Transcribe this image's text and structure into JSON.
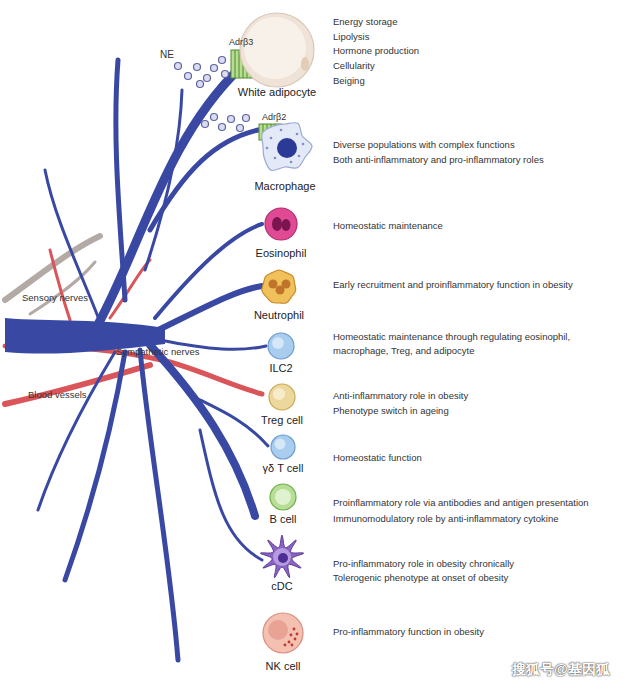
{
  "diagram": {
    "nodes": [
      {
        "text": [
          "White adipocyte",
          "Energy storage",
          "Lipolysis",
          "Hormone production",
          "Cellularity",
          "Beiging"
        ]
      },
      {
        "text": [
          "Macrophage",
          "Diverse populations with complex functions",
          "Both anti-inflammatory and pro-inflammatory roles"
        ]
      },
      {
        "text": [
          "Eosinophil",
          "Homeostatic maintenance"
        ]
      },
      {
        "text": [
          "Neutrophil",
          "Early recruitment and proinflammatory function in obesity"
        ]
      },
      {
        "text": [
          "ILC2",
          "Homeostatic maintenance through regulating eosinophil, macrophage, Treg, and adipocyte"
        ]
      },
      {
        "text": [
          "Treg cell",
          "Anti-inflammatory role in obesity",
          "Phenotype switch in ageing"
        ]
      },
      {
        "text": [
          "γδ T cell",
          "Homeostatic function"
        ]
      },
      {
        "text": [
          "B cell",
          "Proinflammatory role via antibodies and antigen presentation",
          "Immunomodulatory role by anti-inflammatory cytokine"
        ]
      },
      {
        "text": [
          "cDC",
          "Pro-inflammatory role in obesity chronically",
          "Tolerogenic phenotype at onset of obesity"
        ]
      },
      {
        "text": [
          "NK cell",
          "Pro-inflammatory function in obesity"
        ]
      }
    ],
    "labels": [
      "NE",
      "Adrβ3",
      "Adrβ2",
      "Sensory nerves",
      "Sympathetic nerves",
      "Blood vessels",
      "搜狐号@基因狐"
    ]
  }
}
